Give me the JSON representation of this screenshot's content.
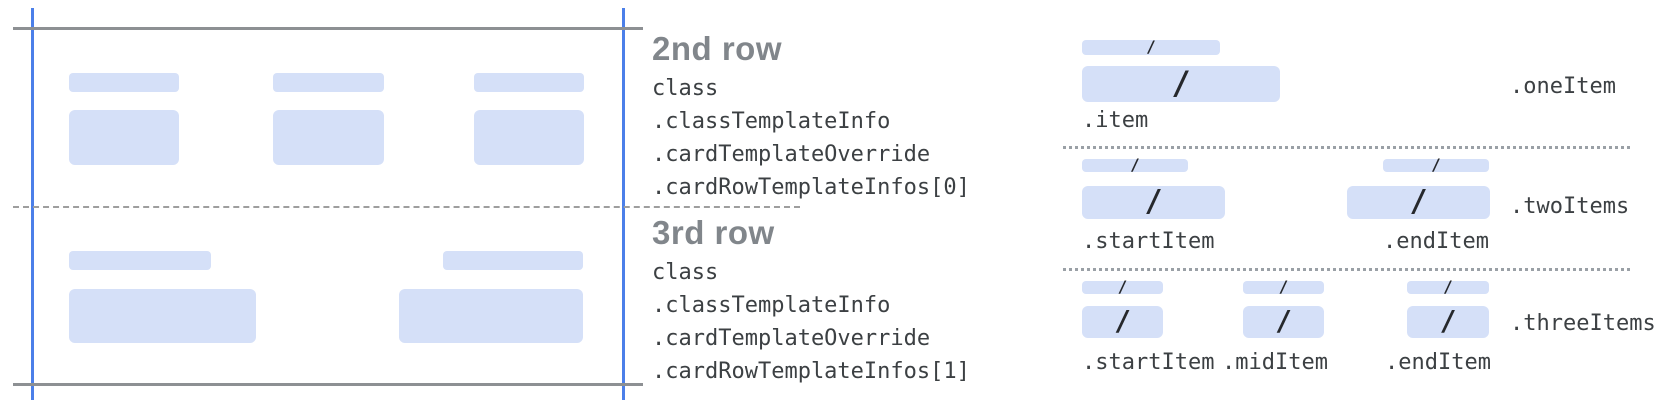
{
  "slash": "/",
  "annotations": {
    "row2": {
      "title": "2nd row",
      "lines": [
        "class",
        ".classTemplateInfo",
        ".cardTemplateOverride",
        ".cardRowTemplateInfos[0]"
      ]
    },
    "row3": {
      "title": "3rd row",
      "lines": [
        "class",
        ".classTemplateInfo",
        ".cardTemplateOverride",
        ".cardRowTemplateInfos[1]"
      ]
    }
  },
  "card": {
    "row2_placeholder_count": 3,
    "row3_placeholder_count": 2
  },
  "legend": {
    "sections": [
      {
        "name": "one-item",
        "row_label": ".oneItem",
        "item_labels": [
          ".item"
        ]
      },
      {
        "name": "two-items",
        "row_label": ".twoItems",
        "item_labels": [
          ".startItem",
          ".endItem"
        ]
      },
      {
        "name": "three-items",
        "row_label": ".threeItems",
        "item_labels": [
          ".startItem",
          ".midItem",
          ".endItem"
        ]
      }
    ]
  },
  "colors": {
    "accent_blue": "#4b7fe9",
    "placeholder_blue": "#d5e0f8",
    "line_gray": "#8d9093",
    "dotted_gray": "#9aa0a6",
    "heading_gray": "#81868b",
    "text_dark": "#3c4043"
  }
}
